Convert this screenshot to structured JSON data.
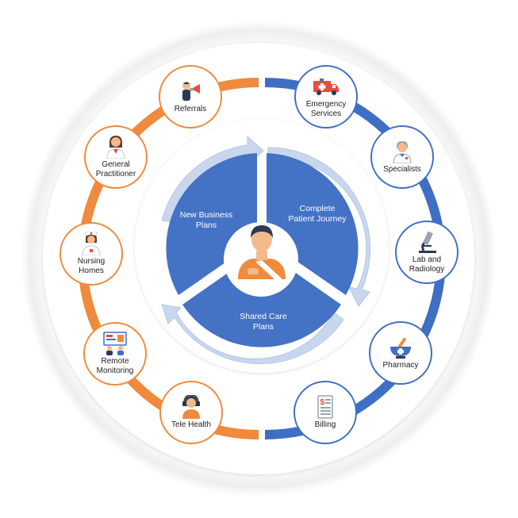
{
  "colors": {
    "orange": "#f08a3c",
    "blue": "#3f6fc4",
    "pie": "#4472c4",
    "arrow": "#c9d7ee"
  },
  "center": {
    "icon": "patient-icon"
  },
  "segments": [
    {
      "label": "New Business\nPlans"
    },
    {
      "label": "Complete\nPatient Journey"
    },
    {
      "label": "Shared Care\nPlans"
    }
  ],
  "nodes": [
    {
      "label": "Referrals",
      "icon": "megaphone-person-icon",
      "ring": "orange"
    },
    {
      "label": "General\nPractitioner",
      "icon": "doctor-female-icon",
      "ring": "orange"
    },
    {
      "label": "Nursing\nHomes",
      "icon": "nurse-icon",
      "ring": "orange"
    },
    {
      "label": "Remote\nMonitoring",
      "icon": "remote-monitoring-icon",
      "ring": "orange"
    },
    {
      "label": "Tele Health",
      "icon": "headset-agent-icon",
      "ring": "orange"
    },
    {
      "label": "Emergency\nServices",
      "icon": "ambulance-icon",
      "ring": "blue"
    },
    {
      "label": "Specialists",
      "icon": "specialist-icon",
      "ring": "blue"
    },
    {
      "label": "Lab and\nRadiology",
      "icon": "microscope-icon",
      "ring": "blue"
    },
    {
      "label": "Pharmacy",
      "icon": "mortar-pestle-icon",
      "ring": "blue"
    },
    {
      "label": "Billing",
      "icon": "bill-icon",
      "ring": "blue"
    }
  ]
}
